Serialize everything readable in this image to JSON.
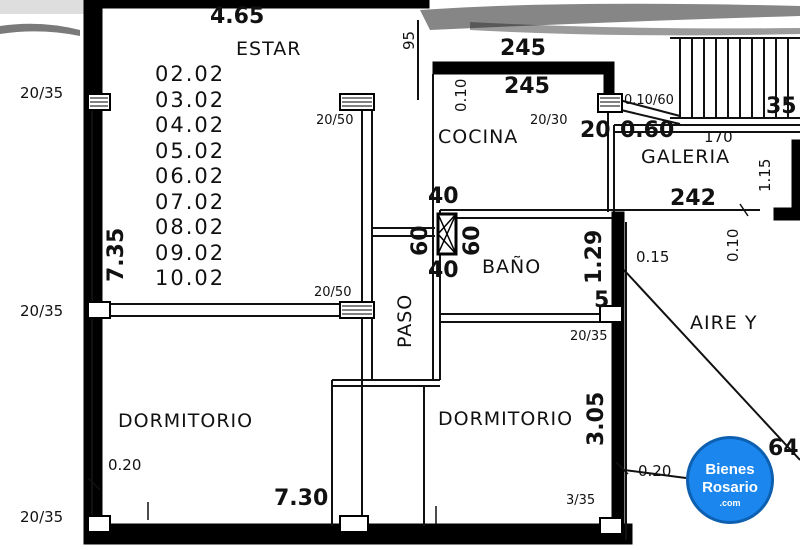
{
  "rooms": {
    "estar": "ESTAR",
    "cocina": "COCINA",
    "galeria": "GALERIA",
    "bano": "BAÑO",
    "paso": "PASO",
    "aire": "AIRE Y",
    "dormitorio_left": "DORMITORIO",
    "dormitorio_right": "DORMITORIO"
  },
  "units": [
    "02.02",
    "03.02",
    "04.02",
    "05.02",
    "06.02",
    "07.02",
    "08.02",
    "09.02",
    "10.02"
  ],
  "dimensions": {
    "top_465": "4.65",
    "top_95": "95",
    "kitchen_245_a": "245",
    "kitchen_245_b": "245",
    "kitchen_010": "0.10",
    "col_20_30": "20/30",
    "val_20": "20",
    "val_060": "0.60",
    "val_170": "170",
    "galeria_115": "1.15",
    "val_35": "35",
    "val_0010_60": "0.10/60",
    "val_242": "242",
    "val_010": "0.10",
    "shaft_40_top": "40",
    "shaft_40_bottom": "40",
    "shaft_60_left": "60",
    "shaft_60_right": "60",
    "bano_129": "1.29",
    "val_015": "0.15",
    "val_5": "5",
    "left_735": "7.35",
    "col_20_35_a": "20/35",
    "col_20_35_b": "20/35",
    "col_20_35_c": "20/35",
    "col_20_50_a": "20/50",
    "col_20_50_b": "20/50",
    "col_20_35_right": "20/35",
    "col_20_35_bottom_right": "3/35",
    "val_020_left": "0.20",
    "val_020_right": "0.20",
    "bottom_730": "7.30",
    "right_305": "3.05",
    "right_64": "64"
  },
  "logo": {
    "line1": "Bienes",
    "line2": "Rosario",
    "line3": ".com",
    "color": "#1a86ee"
  }
}
